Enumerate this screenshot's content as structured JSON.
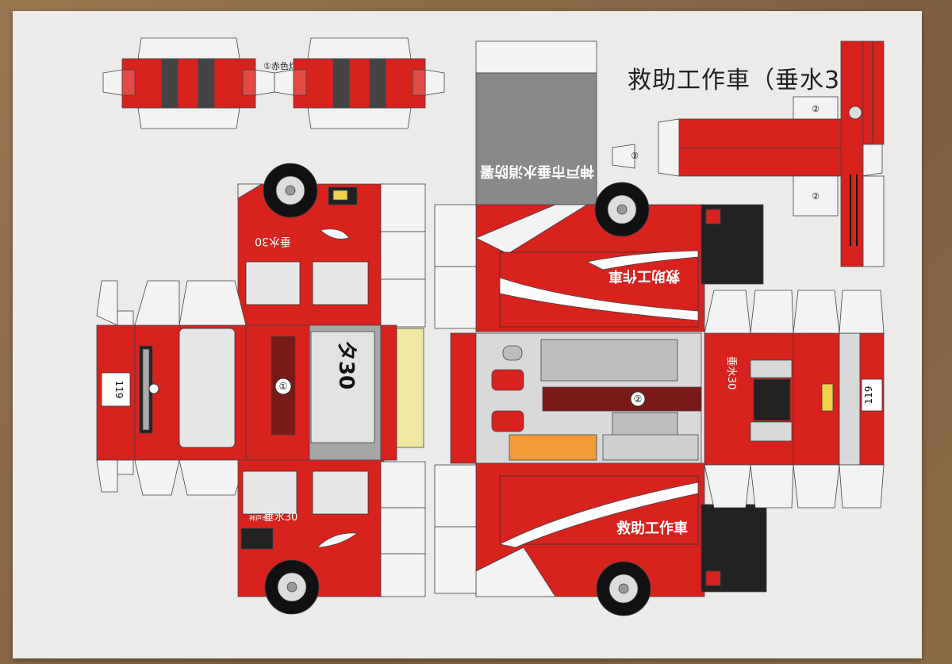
{
  "title": "救助工作車（垂水30）",
  "lamp_label": "①赤色灯",
  "roof_number": "タ30",
  "station_name": "神戸市垂水消防署",
  "vehicle_type": "救助工作車",
  "unit_label": "垂水30",
  "city_label": "神戸市",
  "plate_number": "119",
  "marker_1": "①",
  "marker_2": "②",
  "colors": {
    "fire_red": "#d8221e",
    "dark_red": "#7a1a18",
    "grey_panel": "#8a8888",
    "cream": "#efe7a2",
    "paper": "#ecebe9"
  }
}
